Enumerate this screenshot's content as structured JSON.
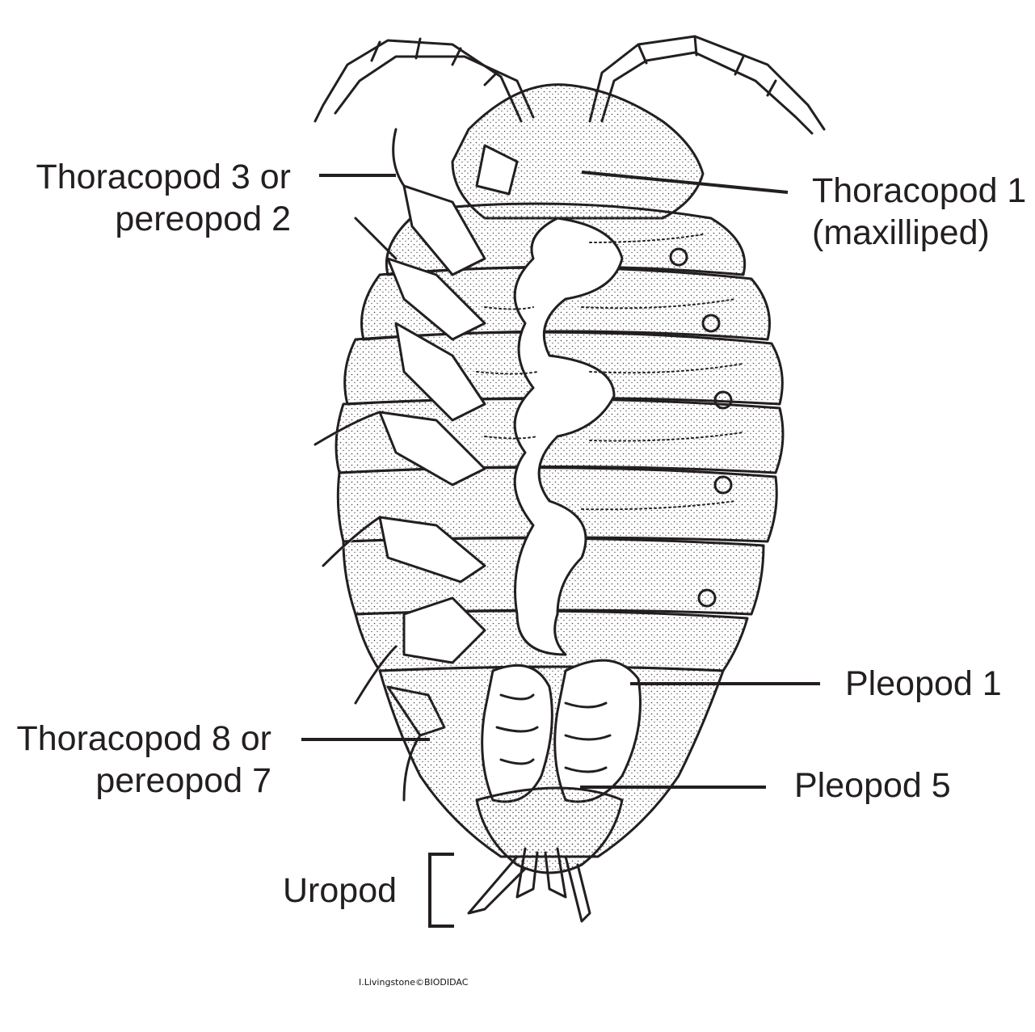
{
  "diagram": {
    "labels": {
      "thoracopod3_line1": "Thoracopod 3 or",
      "thoracopod3_line2": "pereopod 2",
      "thoracopod1_line1": "Thoracopod 1",
      "thoracopod1_line2": "(maxilliped)",
      "pleopod1": "Pleopod 1",
      "thoracopod8_line1": "Thoracopod 8 or",
      "thoracopod8_line2": "pereopod 7",
      "pleopod5": "Pleopod 5",
      "uropod": "Uropod"
    },
    "credit": "I.Livingstone©BIODIDAC",
    "colors": {
      "ink": "#231f20",
      "background": "#ffffff",
      "stipple": "#555555"
    }
  }
}
